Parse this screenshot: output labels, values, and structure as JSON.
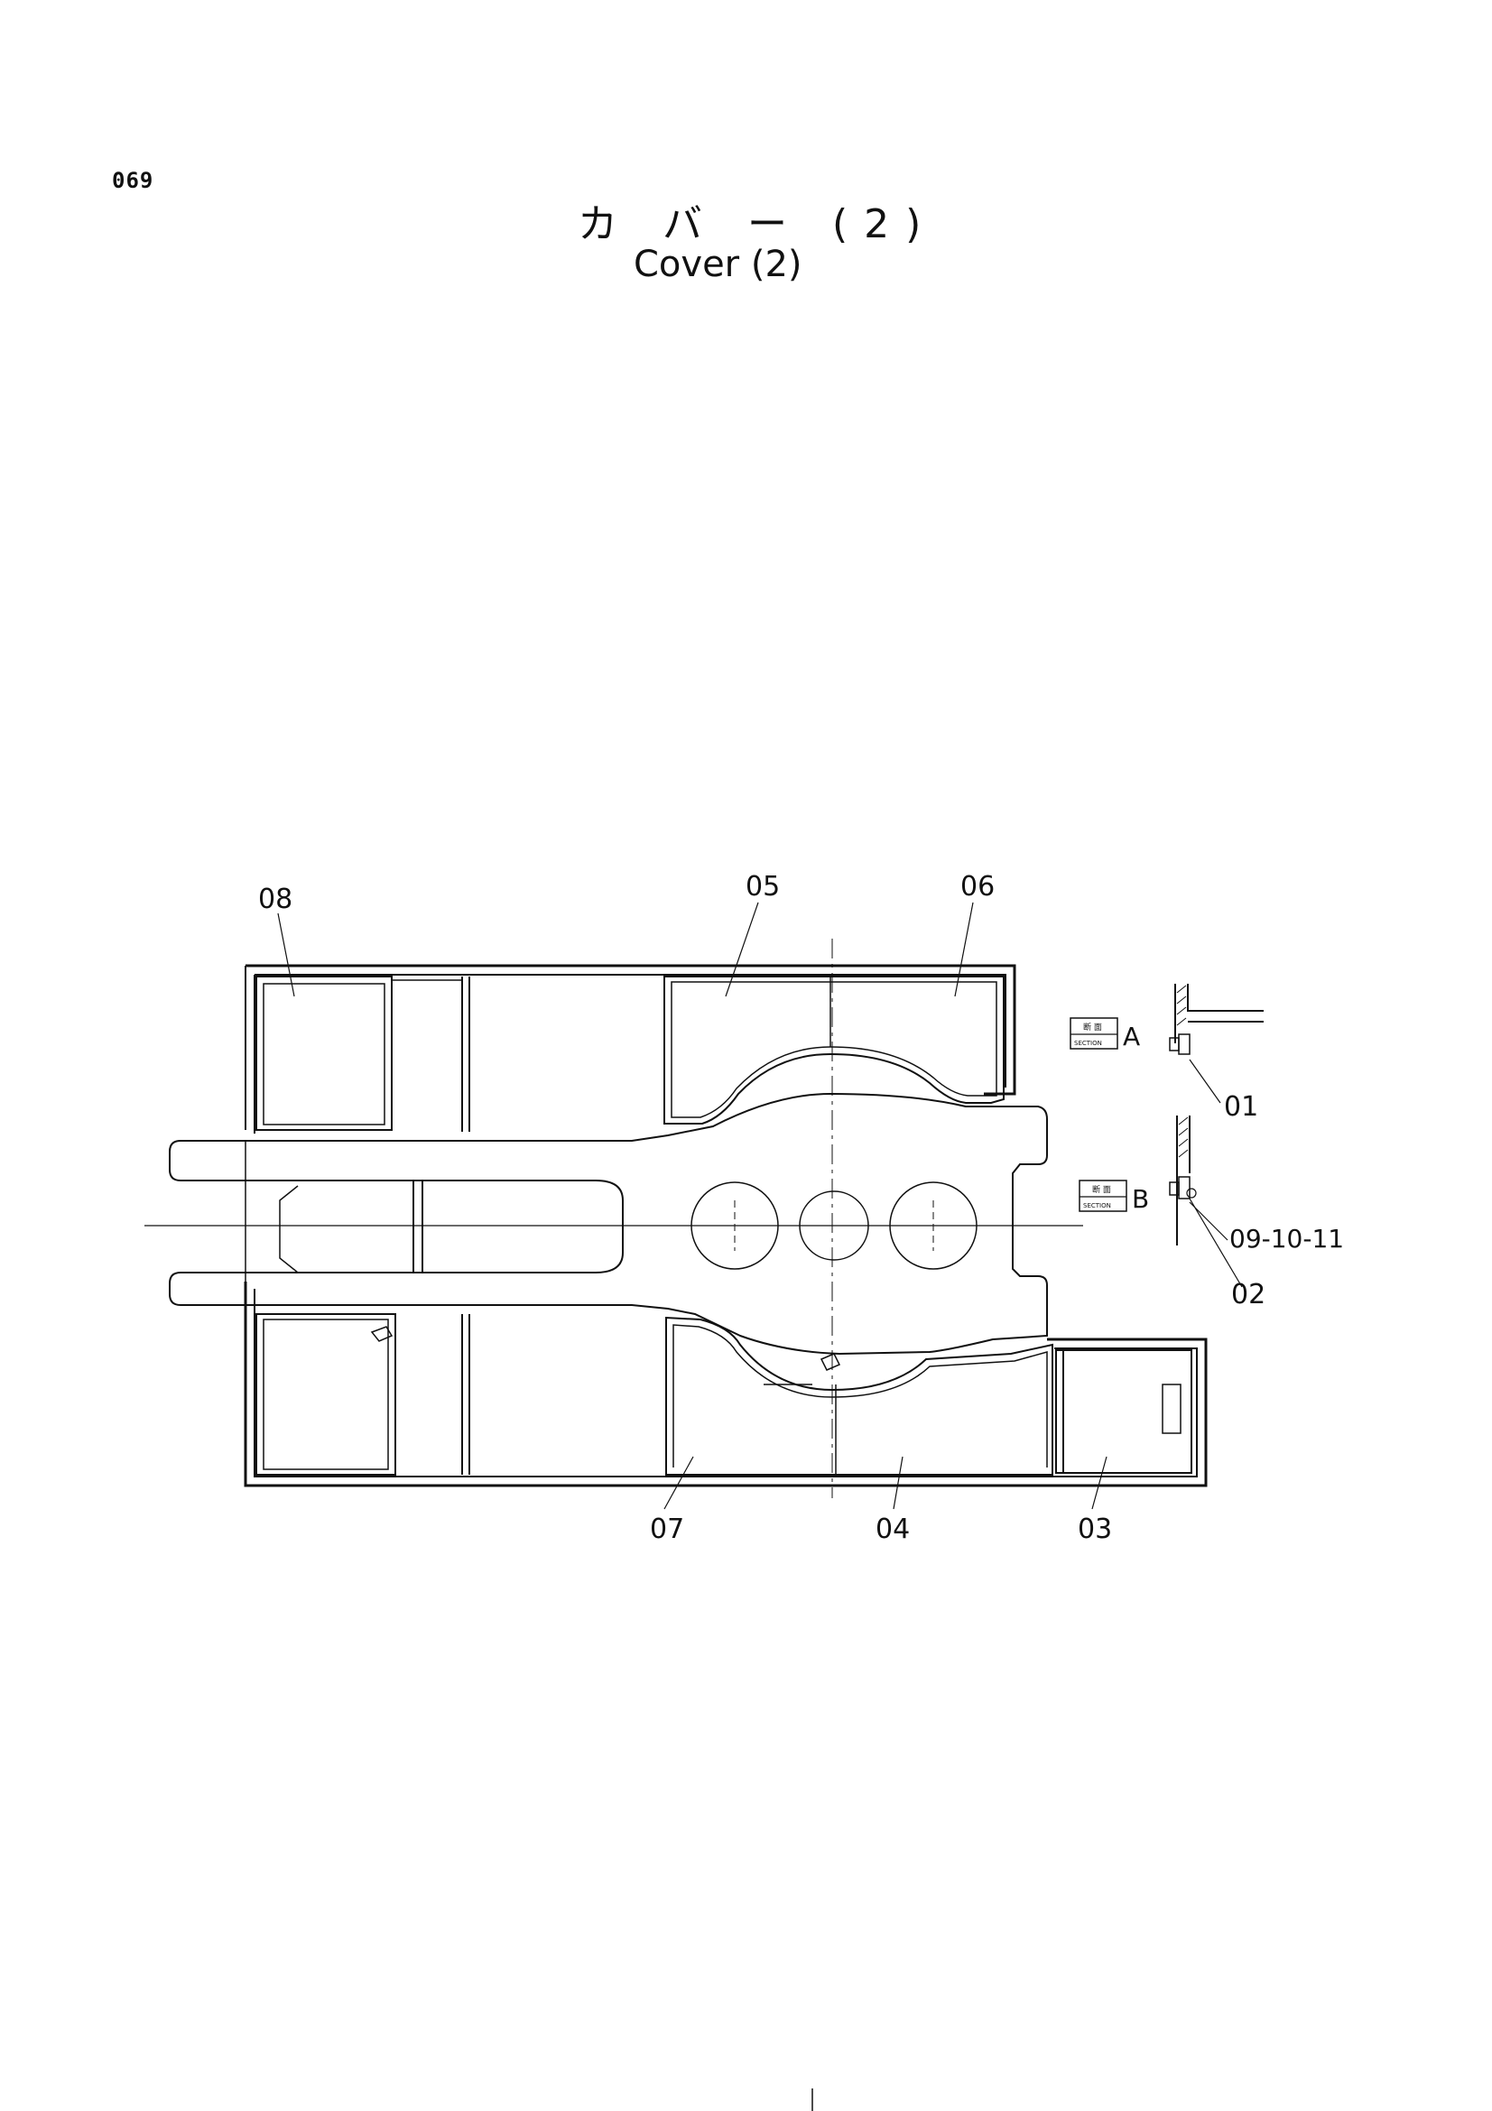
{
  "page": {
    "number": "069"
  },
  "title": {
    "japanese": "カ バ ー (2)",
    "english": "Cover (2)"
  },
  "callouts": [
    {
      "id": "08",
      "label": "08"
    },
    {
      "id": "05",
      "label": "05"
    },
    {
      "id": "06",
      "label": "06"
    },
    {
      "id": "07",
      "label": "07"
    },
    {
      "id": "04",
      "label": "04"
    },
    {
      "id": "03",
      "label": "03"
    },
    {
      "id": "01",
      "label": "01"
    },
    {
      "id": "02",
      "label": "02"
    },
    {
      "id": "09-10-11",
      "label": "09-10-11"
    }
  ],
  "sections": [
    {
      "id": "A",
      "label": "A",
      "kanji": "断 面",
      "caption": "SECTION"
    },
    {
      "id": "B",
      "label": "B",
      "kanji": "断 面",
      "caption": "SECTION"
    }
  ]
}
